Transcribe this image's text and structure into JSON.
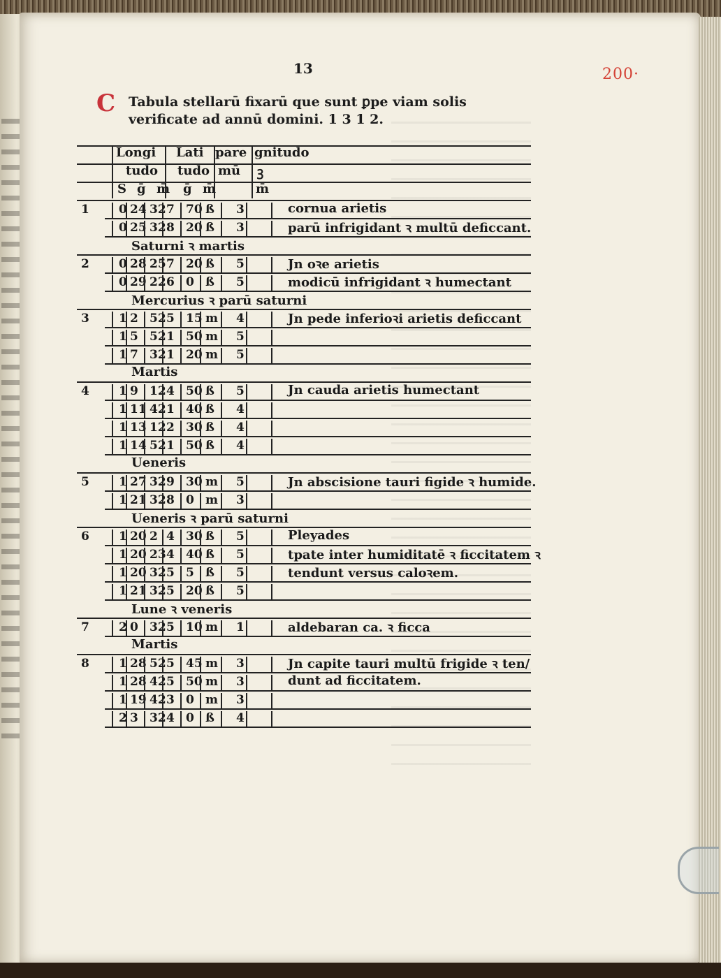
{
  "folio": "13",
  "margin_mark": "200·",
  "title": {
    "initial": "C",
    "line1": "Tabula stellarū fixarū que sunt ꝑpe viam solis",
    "line2": "verificate ad annū domini. 1 3 1 2."
  },
  "header": {
    "row1": [
      "Longi",
      "Lati",
      "pare",
      "gnitudo"
    ],
    "row2": [
      "tudo",
      "tudo",
      "mū",
      "ꝫ"
    ],
    "row3": [
      "S",
      "ḡ",
      "m̄",
      "ḡ",
      "m̄",
      "",
      "m̄"
    ]
  },
  "rows": [
    {
      "num": "1",
      "cells": [
        "0",
        "24",
        "32",
        "7",
        "70",
        "ß",
        "3"
      ],
      "desc": "cornua arietis"
    },
    {
      "num": "",
      "cells": [
        "0",
        "25",
        "32",
        "8",
        "20",
        "ß",
        "3"
      ],
      "desc": "parū infrigidant ꝛ multū deficcant."
    },
    {
      "group": "Saturni ꝛ martis"
    },
    {
      "num": "2",
      "cells": [
        "0",
        "28",
        "25",
        "7",
        "20",
        "ß",
        "5"
      ],
      "desc": "Jn oꝛe arietis"
    },
    {
      "num": "",
      "cells": [
        "0",
        "29",
        "22",
        "6",
        "0",
        "ß",
        "5"
      ],
      "desc": "modicū infrigidant ꝛ humectant"
    },
    {
      "group": "Mercurius ꝛ parū saturni"
    },
    {
      "num": "3",
      "cells": [
        "1",
        "2",
        "52",
        "5",
        "15",
        "m",
        "4"
      ],
      "desc": "Jn pede inferioꝛi arietis deficcant"
    },
    {
      "num": "",
      "cells": [
        "1",
        "5",
        "52",
        "1",
        "50",
        "m",
        "5"
      ],
      "desc": ""
    },
    {
      "num": "",
      "cells": [
        "1",
        "7",
        "32",
        "1",
        "20",
        "m",
        "5"
      ],
      "desc": ""
    },
    {
      "group": "Martis"
    },
    {
      "num": "4",
      "cells": [
        "1",
        "9",
        "12",
        "4",
        "50",
        "ß",
        "5"
      ],
      "desc": "Jn cauda arietis humectant"
    },
    {
      "num": "",
      "cells": [
        "1",
        "11",
        "42",
        "1",
        "40",
        "ß",
        "4"
      ],
      "desc": ""
    },
    {
      "num": "",
      "cells": [
        "1",
        "13",
        "12",
        "2",
        "30",
        "ß",
        "4"
      ],
      "desc": ""
    },
    {
      "num": "",
      "cells": [
        "1",
        "14",
        "52",
        "1",
        "50",
        "ß",
        "4"
      ],
      "desc": ""
    },
    {
      "group": "Ueneris"
    },
    {
      "num": "5",
      "cells": [
        "1",
        "27",
        "32",
        "9",
        "30",
        "m",
        "5"
      ],
      "desc": "Jn abscisione tauri figide ꝛ humide."
    },
    {
      "num": "",
      "cells": [
        "1",
        "21",
        "32",
        "8",
        "0",
        "m",
        "3"
      ],
      "desc": ""
    },
    {
      "group": "Ueneris ꝛ parū saturni"
    },
    {
      "num": "6",
      "cells": [
        "1",
        "20",
        "2",
        "4",
        "30",
        "ß",
        "5"
      ],
      "desc": "Pleyades"
    },
    {
      "num": "",
      "cells": [
        "1",
        "20",
        "23",
        "4",
        "40",
        "ß",
        "5"
      ],
      "desc": "tpate inter humiditatē ꝛ ficcitatem ꝛ"
    },
    {
      "num": "",
      "cells": [
        "1",
        "20",
        "32",
        "5",
        "5",
        "ß",
        "5"
      ],
      "desc": "tendunt versus caloꝛem."
    },
    {
      "num": "",
      "cells": [
        "1",
        "21",
        "32",
        "5",
        "20",
        "ß",
        "5"
      ],
      "desc": ""
    },
    {
      "group": "Lune ꝛ veneris"
    },
    {
      "num": "7",
      "cells": [
        "2",
        "0",
        "32",
        "5",
        "10",
        "m",
        "1"
      ],
      "desc": "aldebaran ca. ꝛ ficca"
    },
    {
      "group": "Martis"
    },
    {
      "num": "8",
      "cells": [
        "1",
        "28",
        "52",
        "5",
        "45",
        "m",
        "3"
      ],
      "desc": "Jn capite tauri multū frigide ꝛ ten/"
    },
    {
      "num": "",
      "cells": [
        "1",
        "28",
        "42",
        "5",
        "50",
        "m",
        "3"
      ],
      "desc": "dunt ad ficcitatem."
    },
    {
      "num": "",
      "cells": [
        "1",
        "19",
        "42",
        "3",
        "0",
        "m",
        "3"
      ],
      "desc": ""
    },
    {
      "num": "",
      "cells": [
        "2",
        "3",
        "32",
        "4",
        "0",
        "ß",
        "4"
      ],
      "desc": ""
    }
  ]
}
